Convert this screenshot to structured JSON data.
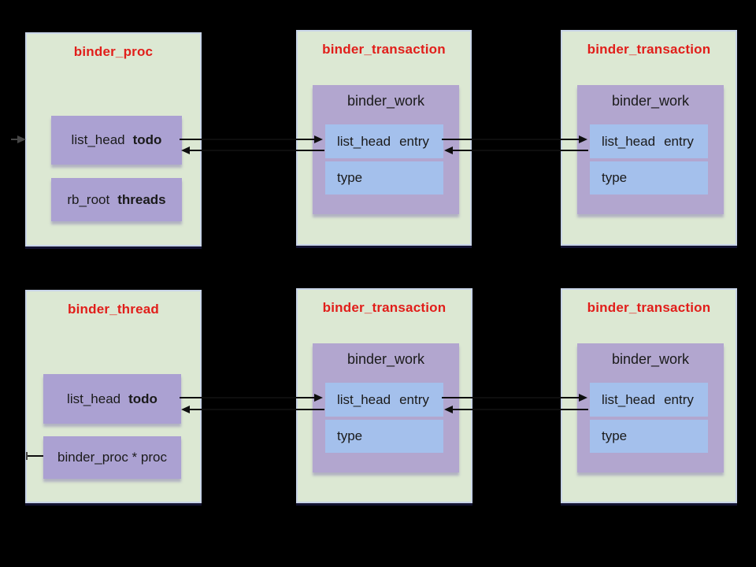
{
  "colors": {
    "background": "#000000",
    "box-bg": "#dce8d3",
    "box-border": "#c9d5e8",
    "field-purple": "#aba1d2",
    "inner-purple": "#b2a6cf",
    "field-blue": "#a4c0ec",
    "title-red": "#e11e1a",
    "text": "#1a1a1a",
    "arrow": "#0e0e0e",
    "arrow-dim": "#474747"
  },
  "structs": [
    {
      "title": "binder_proc",
      "fields": [
        {
          "keyword": "list_head",
          "name": "todo"
        },
        {
          "keyword": "rb_root",
          "name": "threads"
        }
      ]
    },
    {
      "title": "binder_transaction",
      "inner": {
        "title": "binder_work",
        "fields": [
          {
            "keyword": "list_head",
            "name": "entry"
          },
          {
            "keyword": "type",
            "name": ""
          }
        ]
      }
    },
    {
      "title": "binder_transaction",
      "inner": {
        "title": "binder_work",
        "fields": [
          {
            "keyword": "list_head",
            "name": "entry"
          },
          {
            "keyword": "type",
            "name": ""
          }
        ]
      }
    },
    {
      "title": "binder_thread",
      "fields": [
        {
          "keyword": "list_head",
          "name": "todo"
        },
        {
          "keyword": "binder_proc * proc",
          "name": ""
        }
      ]
    },
    {
      "title": "binder_transaction",
      "inner": {
        "title": "binder_work",
        "fields": [
          {
            "keyword": "list_head",
            "name": "entry"
          },
          {
            "keyword": "type",
            "name": ""
          }
        ]
      }
    },
    {
      "title": "binder_transaction",
      "inner": {
        "title": "binder_work",
        "fields": [
          {
            "keyword": "list_head",
            "name": "entry"
          },
          {
            "keyword": "type",
            "name": ""
          }
        ]
      }
    }
  ]
}
